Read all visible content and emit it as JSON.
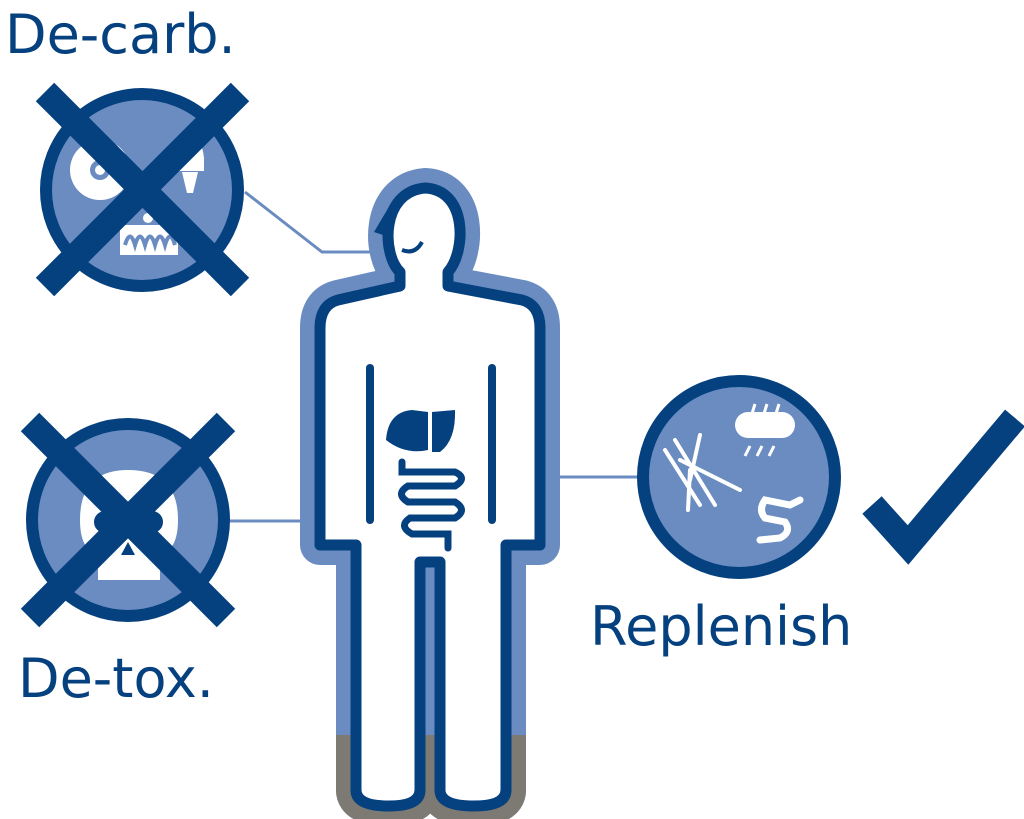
{
  "labels": {
    "decarb": "De-carb.",
    "detox": "De-tox.",
    "replenish": "Replenish"
  },
  "icons": {
    "decarb_badge": [
      "donut-icon",
      "ice-cream-icon",
      "cake-icon",
      "cross-out-icon"
    ],
    "detox_badge": [
      "skull-icon",
      "cross-out-icon"
    ],
    "replenish_badge": [
      "fiber-icon",
      "bacteria-icon",
      "worm-bacteria-icon"
    ],
    "confirm": "checkmark-icon"
  },
  "colors": {
    "dark": "#05407f",
    "mid": "#6a8cc0",
    "gray": "#7c7a73"
  }
}
